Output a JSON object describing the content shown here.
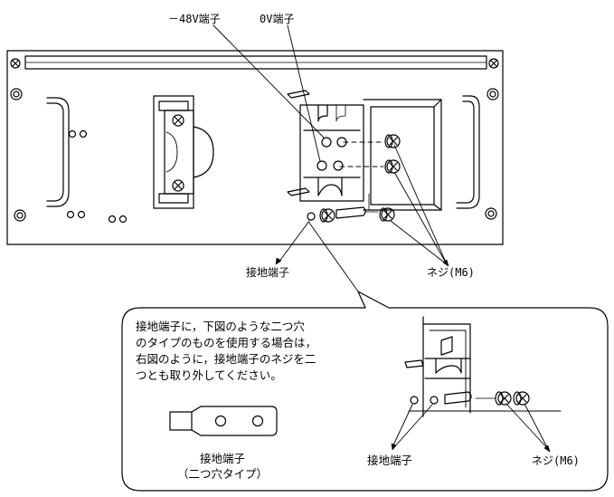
{
  "labels": {
    "neg48v_terminal": "－48V端子",
    "zero_v_terminal": "0V端子",
    "ground_terminal": "接地端子",
    "screw_m6": "ネジ(M6)"
  },
  "note": {
    "lines": [
      "接地端子に，下図のような二つ穴",
      "のタイプのものを使用する場合は，",
      "右図のように，接地端子のネジを二",
      "つとも取り外してください。"
    ]
  },
  "inset": {
    "part_caption_1": "接地端子",
    "part_caption_2": "（二つ穴タイプ）",
    "ground_label": "接地端子",
    "screw_label": "ネジ(M6)"
  }
}
